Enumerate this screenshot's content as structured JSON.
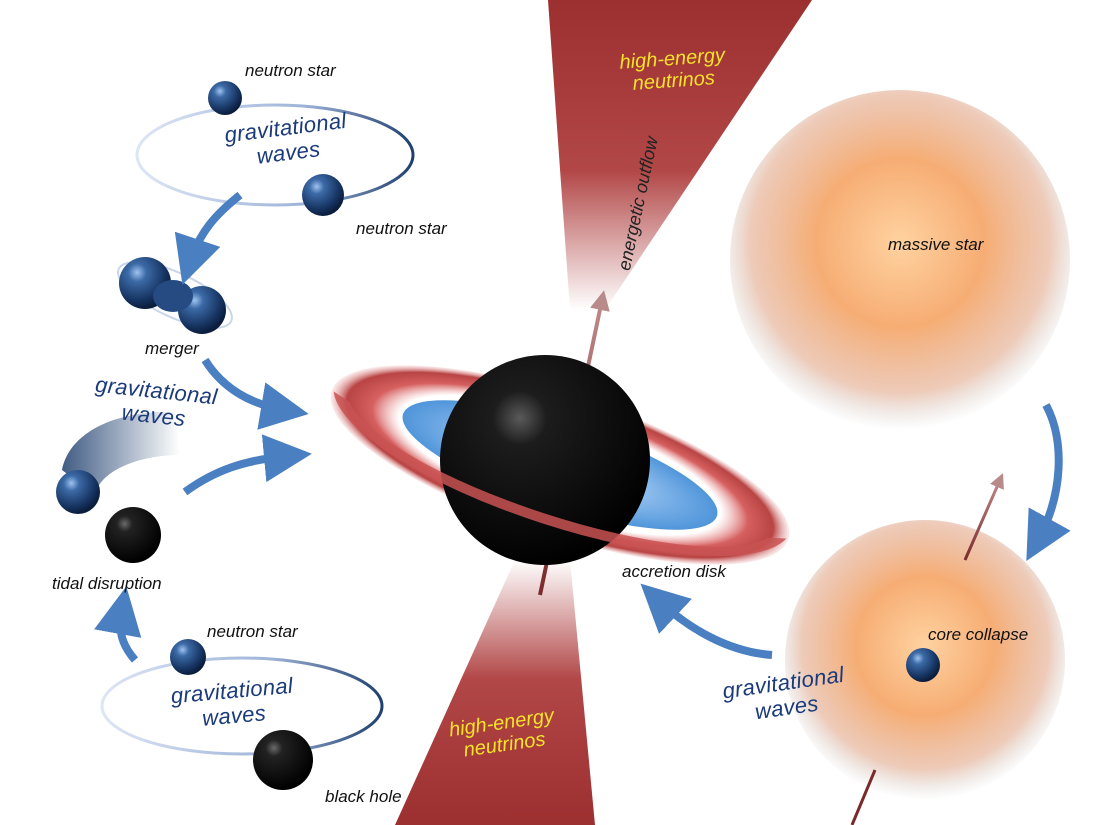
{
  "labels": {
    "neutron_star_1": "neutron star",
    "neutron_star_2": "neutron star",
    "merger": "merger",
    "tidal_disruption": "tidal disruption",
    "neutron_star_3": "neutron star",
    "black_hole": "black hole",
    "accretion_disk": "accretion disk",
    "energetic_outflow": "energetic outflow",
    "massive_star": "massive star",
    "core_collapse": "core collapse"
  },
  "gravitational_waves": {
    "line1": "gravitational",
    "line2": "waves"
  },
  "high_energy_neutrinos": {
    "line1": "high-energy",
    "line2": "neutrinos"
  },
  "colors": {
    "arrow_blue": "#4a7fc1",
    "neutron_star": "#1f3f6e",
    "black_hole": "#050505",
    "jet_red": "#a83a3a",
    "disk_red": "#d96a6a",
    "disk_blue": "#5aa0e0",
    "star_orange": "#f6b27a",
    "neutrino_text": "#f5e22a",
    "gw_text": "#1a3a7a"
  }
}
